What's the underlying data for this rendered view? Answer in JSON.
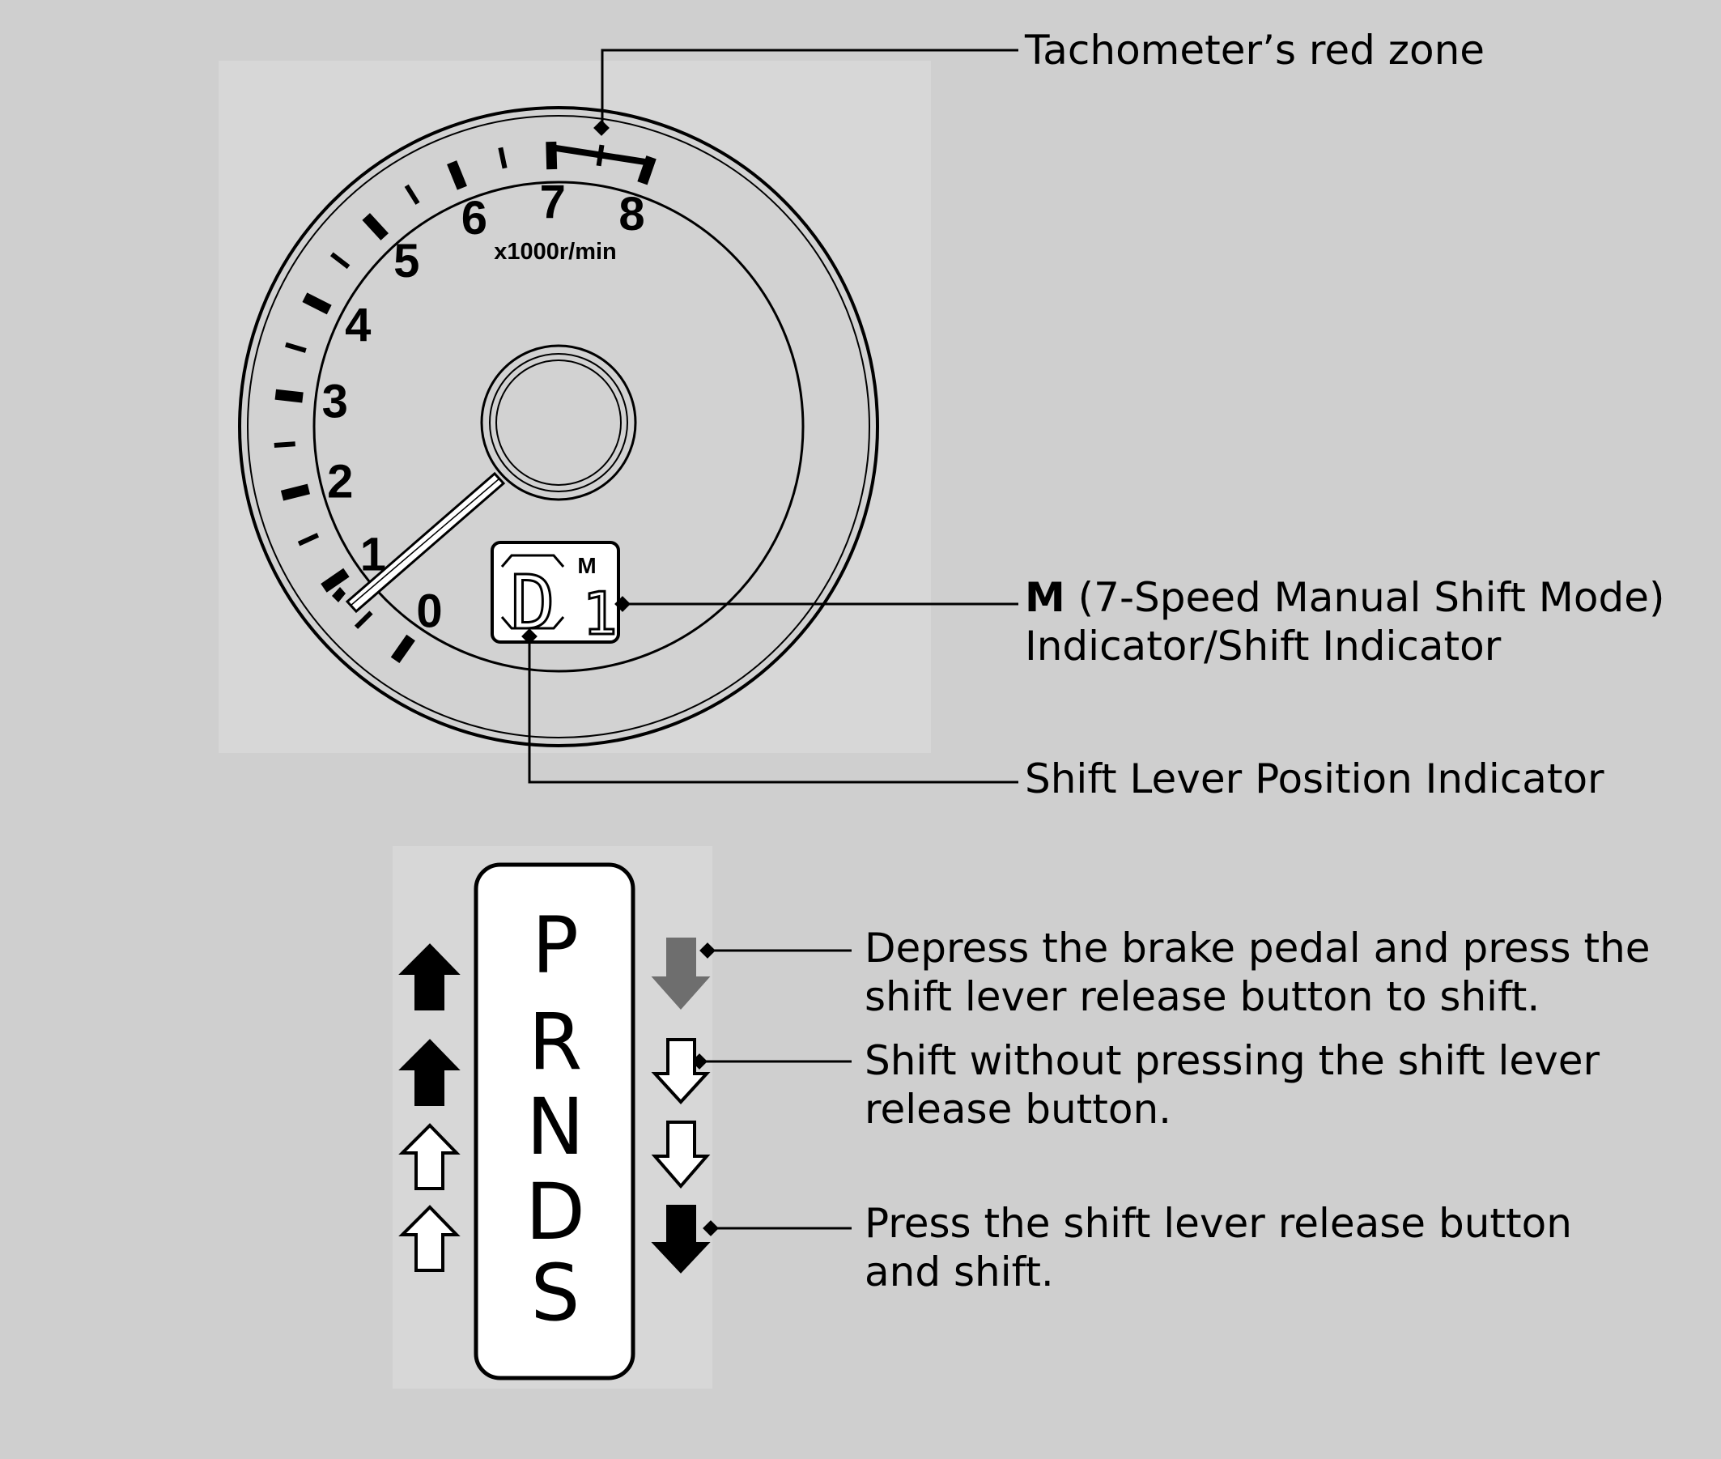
{
  "tachometer": {
    "scale_numbers": [
      "0",
      "1",
      "2",
      "3",
      "4",
      "5",
      "6",
      "7",
      "8"
    ],
    "unit": "x1000r/min",
    "display": {
      "gear_letter": "D",
      "mode_letter": "M",
      "gear_digit": "1"
    }
  },
  "callouts": {
    "red_zone": "Tachometer’s red zone",
    "m_indicator_bold": "M",
    "m_indicator_line1_rest": " (7-Speed Manual Shift Mode)",
    "m_indicator_line2": "Indicator/Shift Indicator",
    "shift_lever_indicator": "Shift Lever Position Indicator"
  },
  "gear_selector": {
    "positions": [
      "P",
      "R",
      "N",
      "D",
      "S"
    ]
  },
  "legend": {
    "gray_arrow": [
      "Depress the brake pedal and press the",
      "shift lever release button to shift."
    ],
    "white_arrow": [
      "Shift without pressing the shift lever",
      "release button."
    ],
    "black_arrow": [
      "Press the shift lever release button",
      "and shift."
    ]
  },
  "colors": {
    "background": "#cfcfcf",
    "outline": "#000000",
    "gray_arrow": "#6e6e6e",
    "white_arrow": "#ffffff",
    "black_arrow": "#000000"
  }
}
